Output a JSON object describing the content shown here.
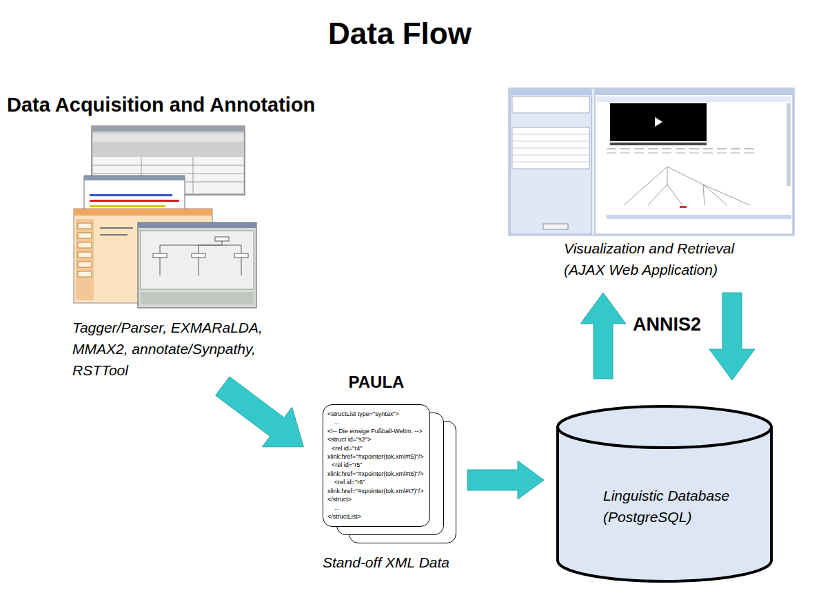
{
  "diagram": {
    "title": "Data Flow",
    "nodes": [
      {
        "text": [
          "Data Acquisition and Annotation",
          "Tagger/Parser, EXMARaLDA, MMAX2, annotate/Synpathy, RSTTool"
        ]
      },
      {
        "text": [
          "PAULA",
          "<structList type=\"syntax\">",
          "...",
          "<!-- Die einsige Fußball-Weltm. -->",
          "<struct id=\"s2\">",
          "<rel id=\"r4\"",
          "xlink:href=\"#xpointer(tok.xml#t5)\"/>",
          "<rel id=\"r5\"",
          "xlink:href=\"#xpointer(tok.xml#t6)\"/>",
          "<rel id=\"r6\"",
          "xlink:href=\"#xpointer(tok.xml#t7)\"/>",
          "</struct>",
          "...",
          "</structList>",
          "Stand-off XML Data"
        ]
      },
      {
        "text": [
          "Visualization and Retrieval (AJAX Web Application)"
        ]
      },
      {
        "text": [
          "Linguistic Database (PostgreSQL)"
        ]
      }
    ],
    "edges": [
      {
        "from": 0,
        "to": 1,
        "arrow": "to"
      },
      {
        "from": 1,
        "to": 3,
        "arrow": "to"
      },
      {
        "from": 3,
        "to": 2,
        "arrow": "to"
      },
      {
        "from": 2,
        "to": 3,
        "arrow": "to"
      }
    ],
    "labels": [
      "ANNIS2"
    ]
  }
}
